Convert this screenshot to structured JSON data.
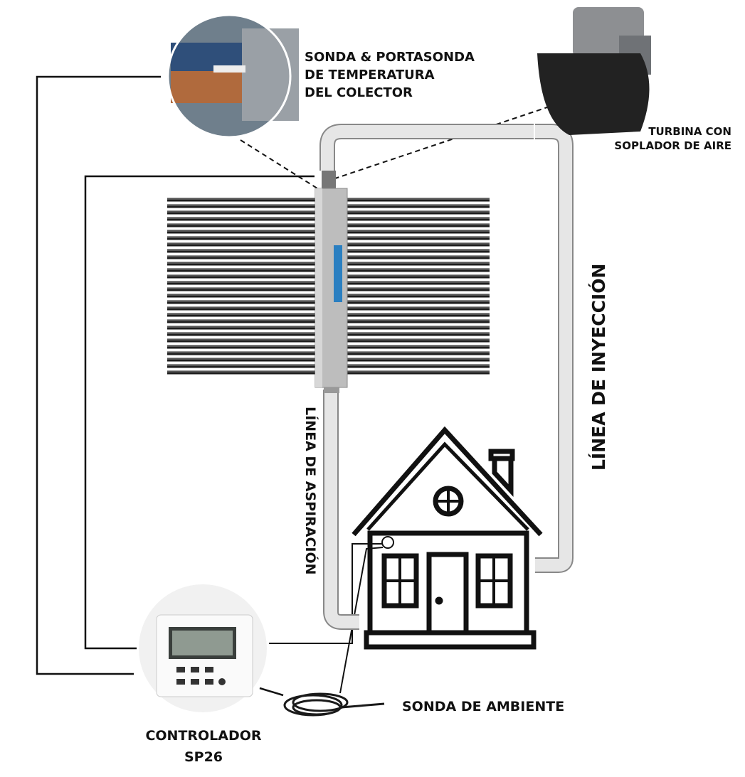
{
  "labels": {
    "probe_line1": "SONDA & PORTASONDA",
    "probe_line2": "DE TEMPERATURA",
    "probe_line3": "DEL COLECTOR",
    "turbine_line1": "TURBINA CON",
    "turbine_line2": "SOPLADOR DE AIRE",
    "injection_line": "LÍNEA DE INYECCIÓN",
    "aspiration_line": "LÍNEA DE ASPIRACIÓN",
    "ambient_probe": "SONDA DE AMBIENTE",
    "controller_line1": "CONTROLADOR",
    "controller_line2": "SP26"
  },
  "colors": {
    "line": "#111111",
    "pipe_fill": "#e4e4e4",
    "manifold": "#b9b9b9",
    "brand": "#2a7fc1"
  }
}
